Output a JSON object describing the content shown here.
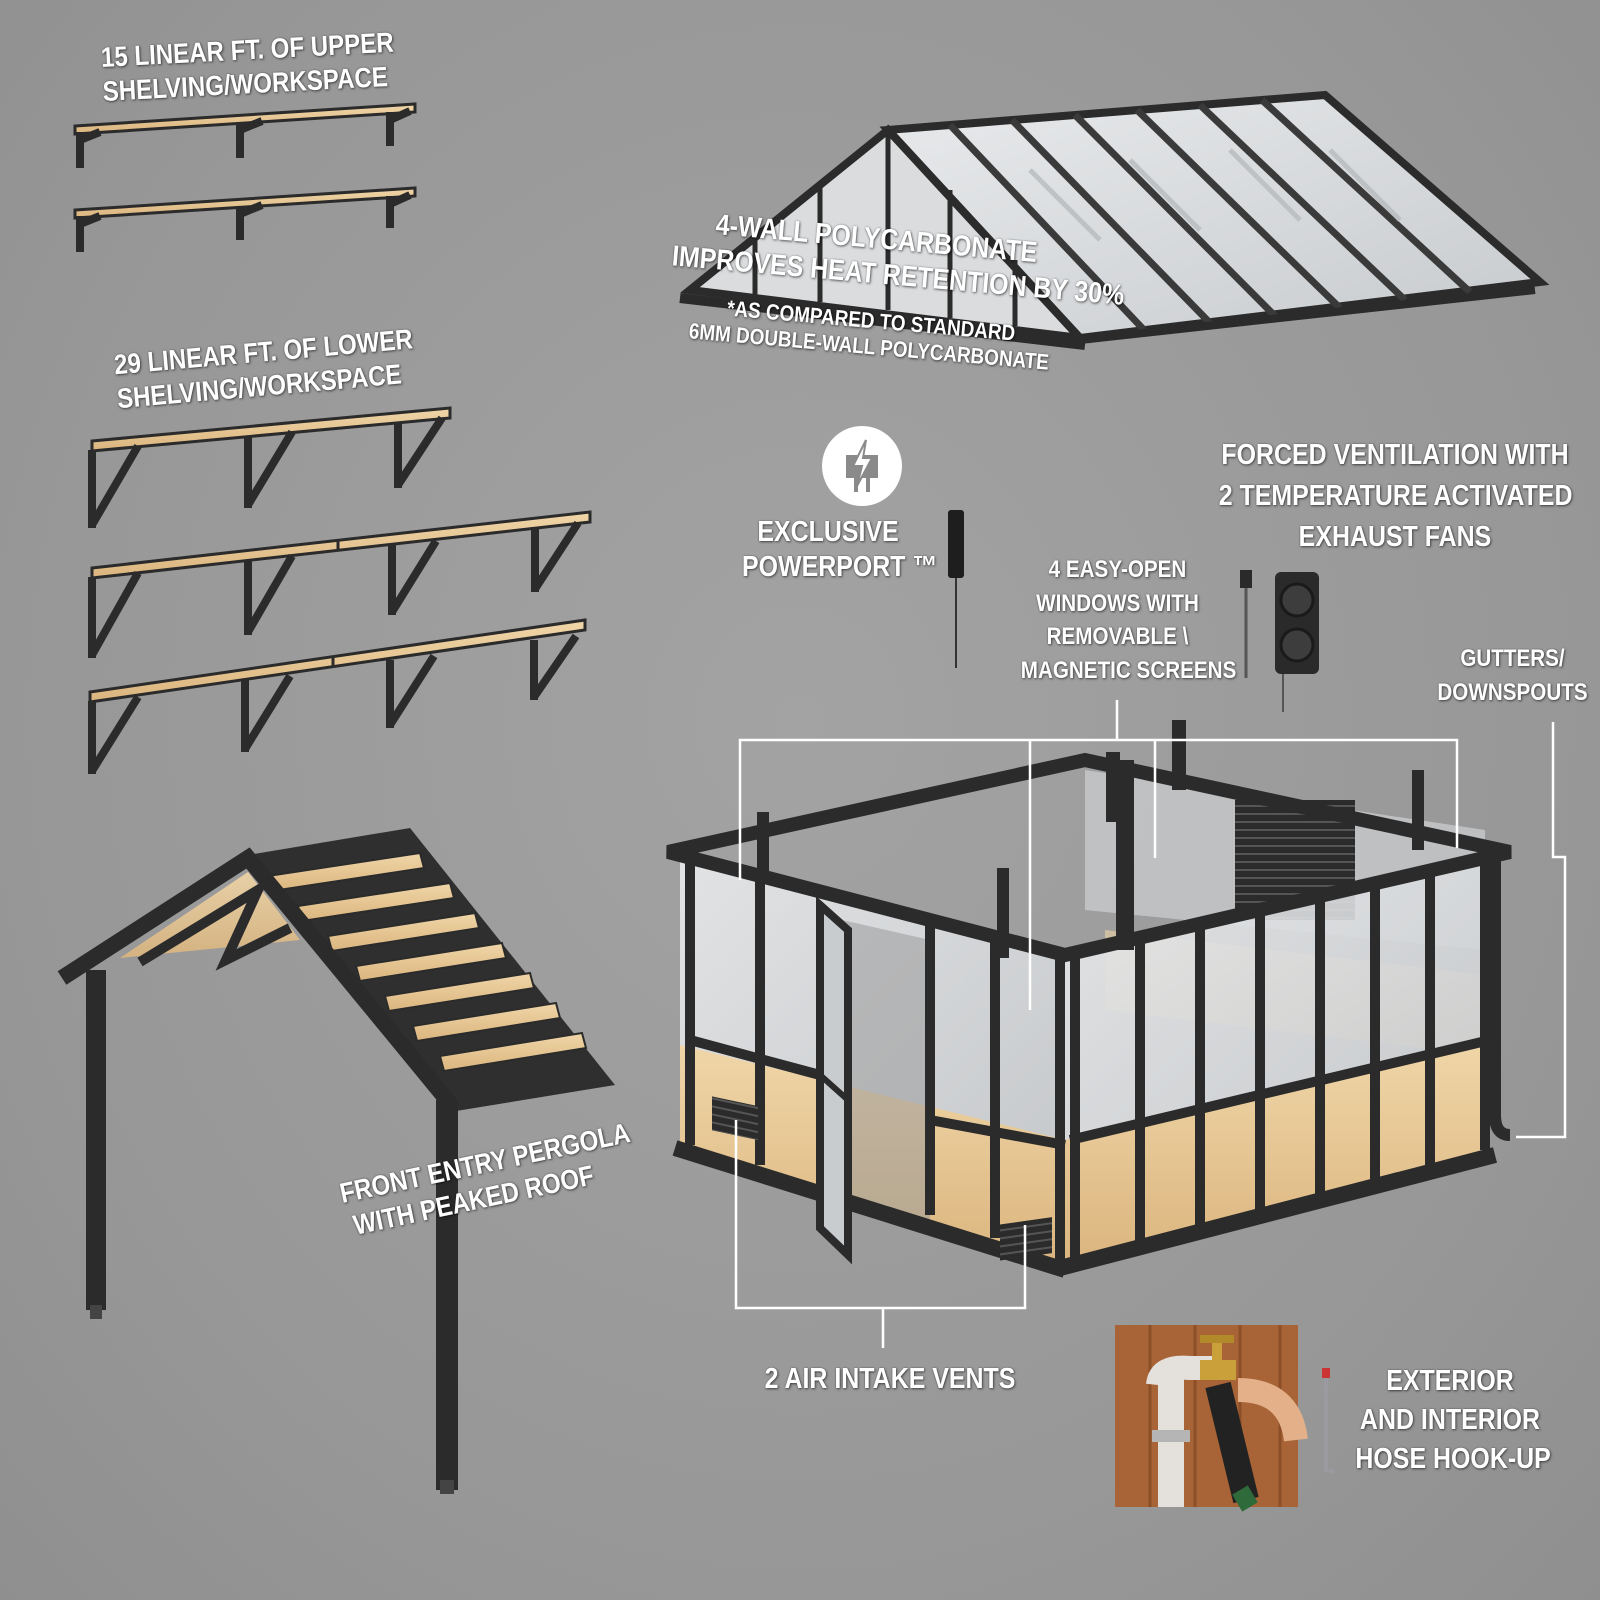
{
  "colors": {
    "background": "#9a9a9a",
    "frame": "#2b2b2b",
    "wood": "#e8c99a",
    "panel": "#d4d6d8",
    "callout": "#ffffff",
    "label_text": "#ffffff",
    "faucet_wood": "#b06a3a"
  },
  "labels": {
    "upper_shelving": [
      "15 Linear Ft. of Upper",
      "Shelving/Workspace"
    ],
    "lower_shelving": [
      "29 Linear Ft. of Lower",
      "Shelving/Workspace"
    ],
    "polycarbonate": [
      "4-Wall Polycarbonate",
      "Improves Heat Retention by 30%"
    ],
    "polycarbonate_note": [
      "*As Compared to Standard",
      "6mm Double-Wall Polycarbonate"
    ],
    "powerport": [
      "Exclusive",
      "PowerPort ™"
    ],
    "ventilation": [
      "Forced Ventilation with",
      "2 Temperature Activated",
      "Exhaust Fans"
    ],
    "windows": [
      "4 Easy-Open",
      "Windows with",
      "Removable \\",
      "Magnetic Screens"
    ],
    "gutters": [
      "Gutters/",
      "Downspouts"
    ],
    "pergola": [
      "Front Entry Pergola",
      "with Peaked Roof"
    ],
    "intake_vents": [
      "2 Air Intake Vents"
    ],
    "hose": [
      "Exterior",
      "and Interior",
      "Hose Hook-Up"
    ]
  },
  "icons": {
    "powerport": "lightning-plug-icon"
  }
}
